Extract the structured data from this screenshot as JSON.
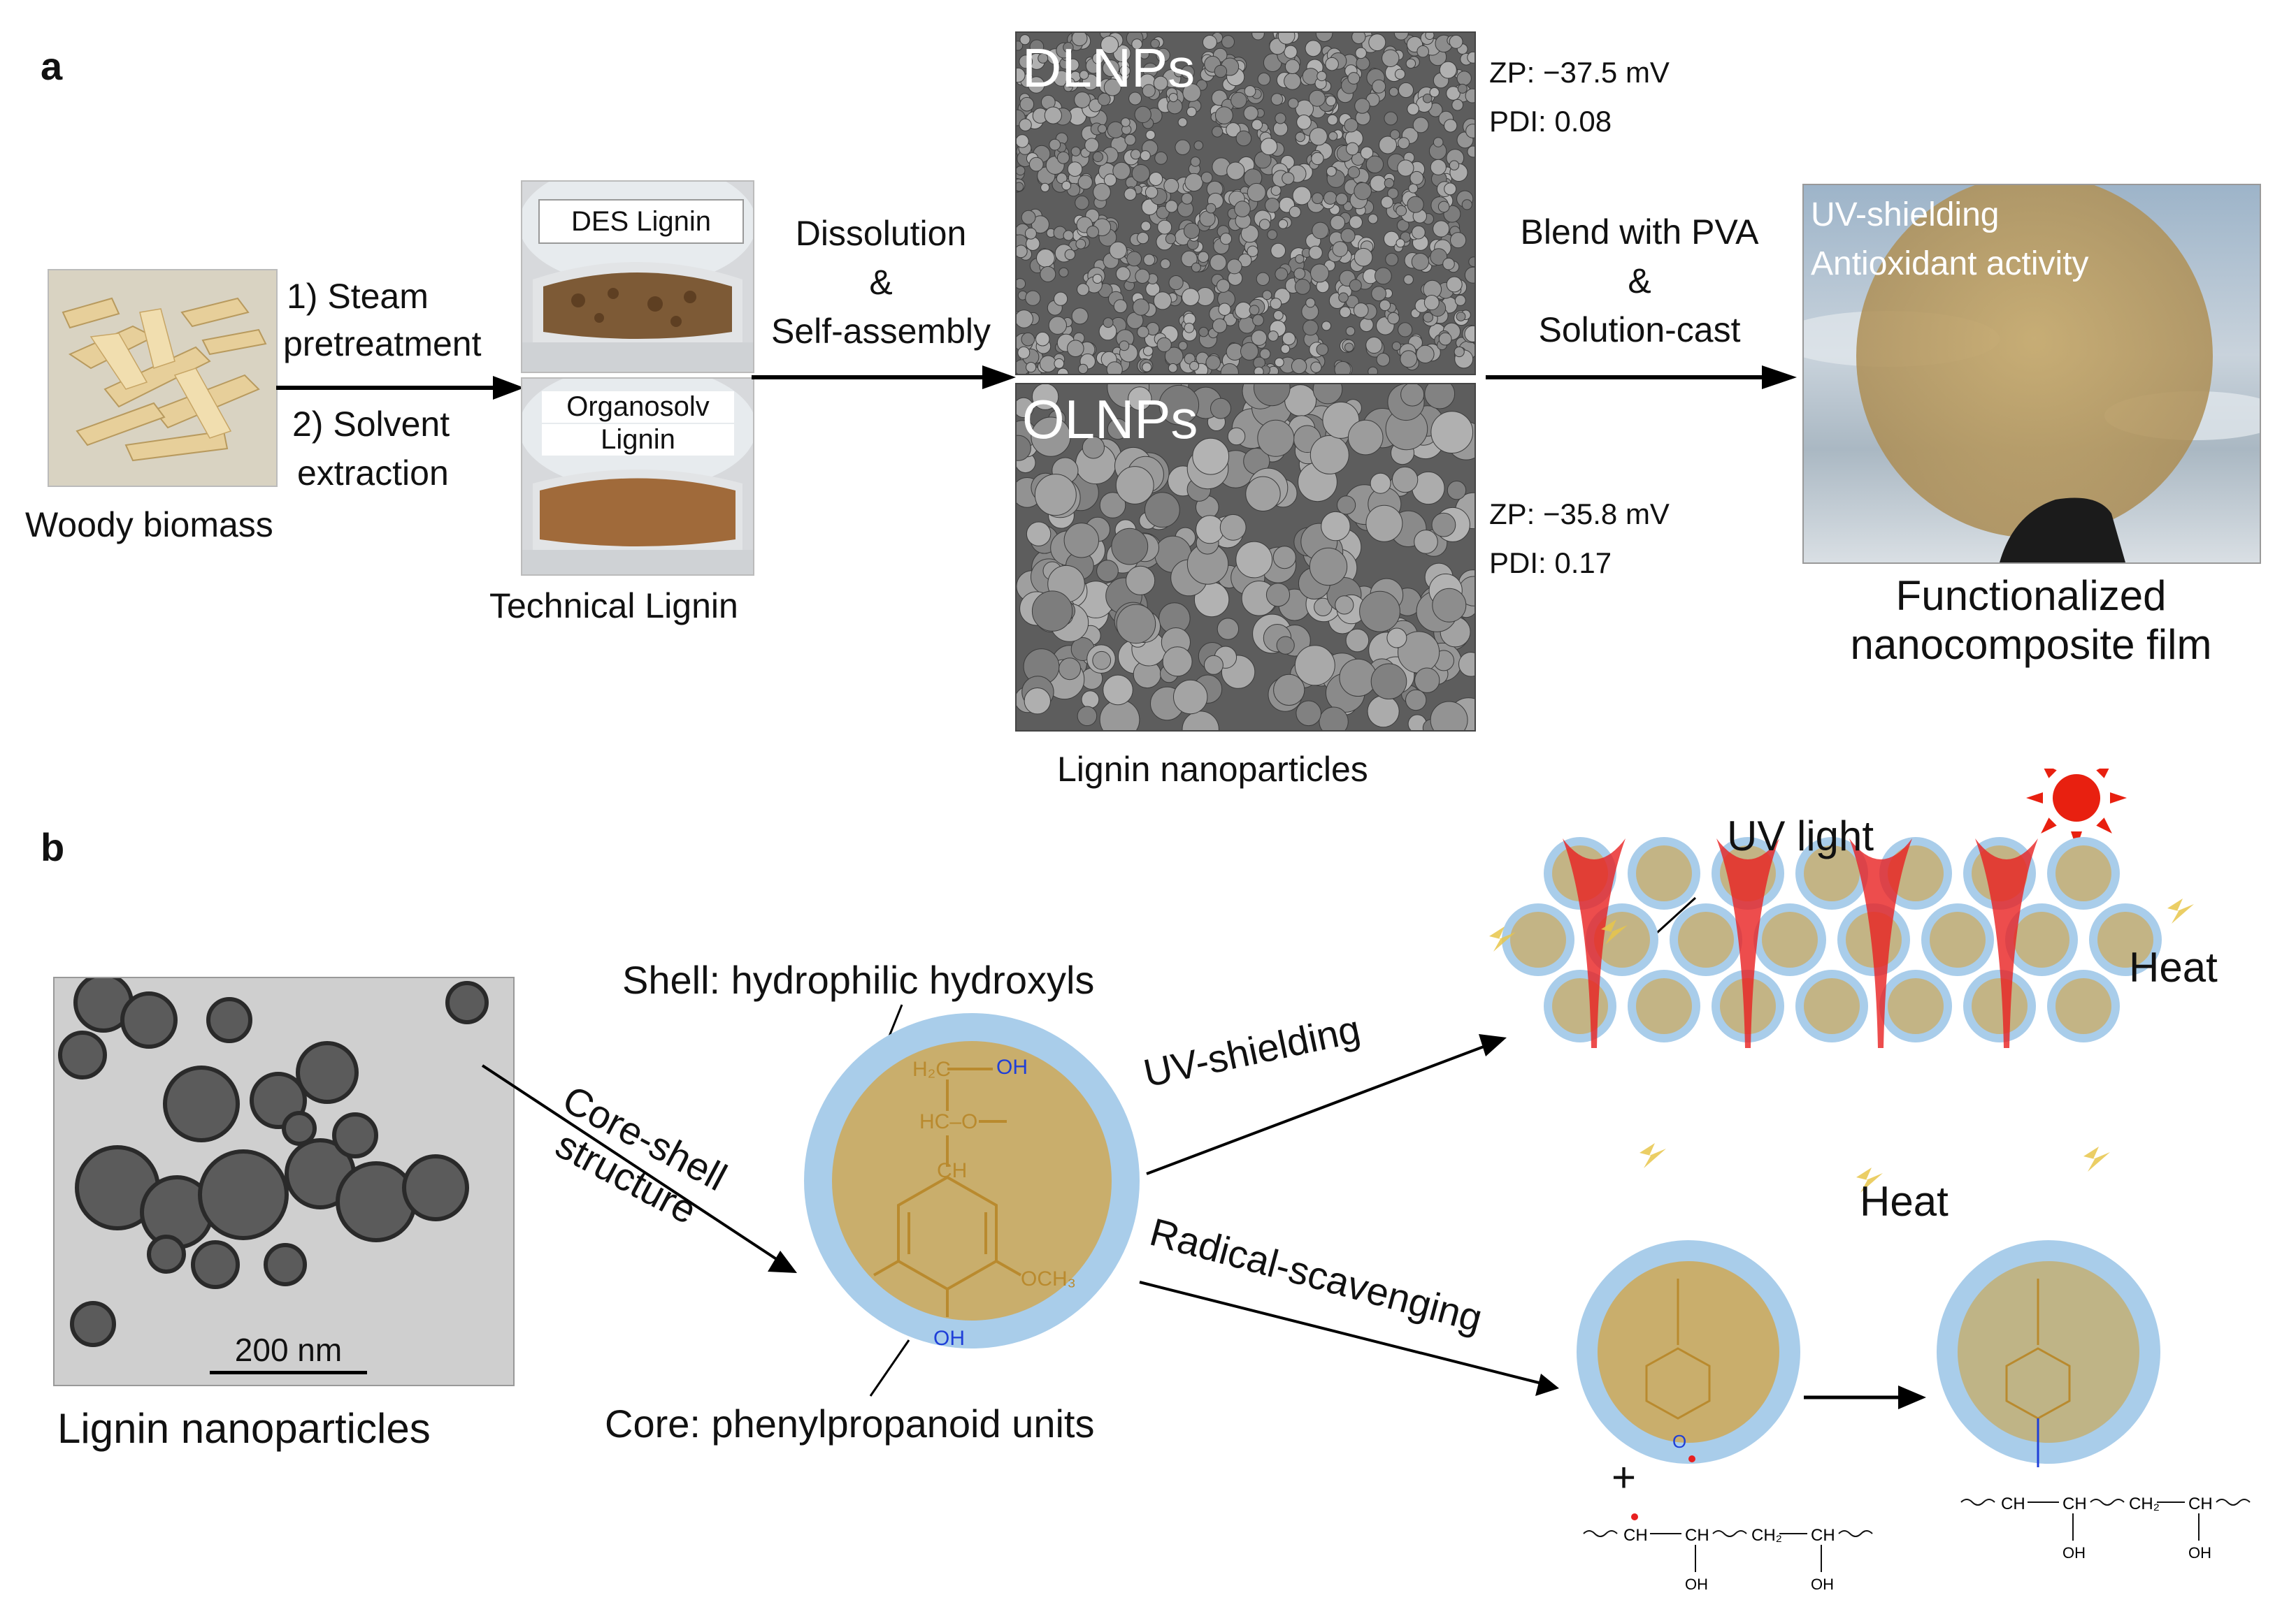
{
  "panel_a": {
    "letter": "a",
    "woody_biomass": "Woody biomass",
    "step1": "1) Steam",
    "step1b": "pretreatment",
    "step2": "2) Solvent",
    "step2b": "extraction",
    "des_lignin": "DES Lignin",
    "organosolv_1": "Organosolv",
    "organosolv_2": "Lignin",
    "technical_lignin": "Technical Lignin",
    "dissolution_1": "Dissolution",
    "dissolution_2": "&",
    "dissolution_3": "Self-assembly",
    "dlnps": "DLNPs",
    "olnps": "OLNPs",
    "dlnp_zp": "ZP: −37.5 mV",
    "dlnp_pdi": "PDI: 0.08",
    "olnp_zp": "ZP: −35.8 mV",
    "olnp_pdi": "PDI: 0.17",
    "lignin_nanoparticles": "Lignin nanoparticles",
    "blend_1": "Blend with PVA",
    "blend_2": "&",
    "blend_3": "Solution-cast",
    "film_text_1": "UV-shielding",
    "film_text_2": "Antioxidant activity",
    "film_caption_1": "Functionalized",
    "film_caption_2": "nanocomposite film"
  },
  "panel_b": {
    "letter": "b",
    "tem_scale": "200 nm",
    "tem_caption": "Lignin nanoparticles",
    "core_shell_1": "Core-shell",
    "core_shell_2": "structure",
    "shell_label": "Shell: hydrophilic hydroxyls",
    "core_label": "Core: phenylpropanoid units",
    "uv_shielding": "UV-shielding",
    "radical_scavenging": "Radical-scavenging",
    "uv_light": "UV light",
    "heat_right": "Heat",
    "heat_bottom": "Heat",
    "plus": "+",
    "chem": {
      "oh": "OH",
      "h2c": "H₂C",
      "hc_o": "HC–O",
      "ch": "CH",
      "och3": "OCH₃",
      "o": "O",
      "chain_ch": "CH",
      "chain_ch2": "CH₂"
    }
  },
  "colors": {
    "shell": "#a9cdea",
    "core": "#c9ae6c",
    "chem_brown": "#b98a2e",
    "chem_blue": "#1f3fd8",
    "uv_red": "#e82020",
    "sun": "#e82010",
    "sem_gray": "#6c6c6c"
  }
}
